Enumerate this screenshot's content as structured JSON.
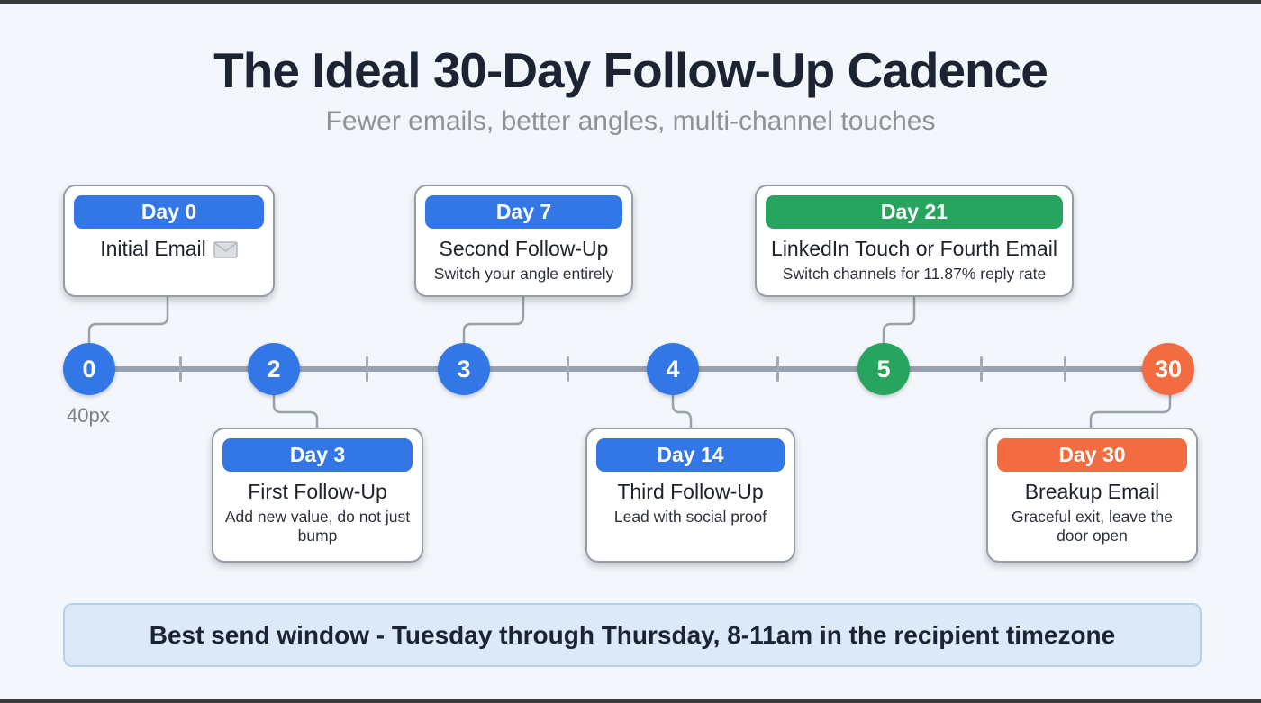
{
  "header": {
    "title": "The Ideal 30-Day Follow-Up Cadence",
    "subtitle": "Fewer emails, better angles, multi-channel touches"
  },
  "timeline": {
    "spacing_label": "40px",
    "nodes": [
      {
        "label": "0",
        "color": "#3377e6"
      },
      {
        "label": "2",
        "color": "#3377e6"
      },
      {
        "label": "3",
        "color": "#3377e6"
      },
      {
        "label": "4",
        "color": "#3377e6"
      },
      {
        "label": "5",
        "color": "#27a55e"
      },
      {
        "label": "30",
        "color": "#f36b41"
      }
    ]
  },
  "cards": [
    {
      "day": "Day 0",
      "title": "Initial Email",
      "subtitle": "",
      "accent": "#3377e6",
      "icon": "email-icon"
    },
    {
      "day": "Day 7",
      "title": "Second Follow-Up",
      "subtitle": "Switch your angle entirely",
      "accent": "#3377e6"
    },
    {
      "day": "Day 21",
      "title": "LinkedIn Touch or Fourth Email",
      "subtitle": "Switch channels for 11.87% reply rate",
      "accent": "#27a55e"
    },
    {
      "day": "Day 3",
      "title": "First Follow-Up",
      "subtitle": "Add new value, do not just bump",
      "accent": "#3377e6"
    },
    {
      "day": "Day 14",
      "title": "Third Follow-Up",
      "subtitle": "Lead with social proof",
      "accent": "#3377e6"
    },
    {
      "day": "Day 30",
      "title": "Breakup Email",
      "subtitle": "Graceful exit, leave the door open",
      "accent": "#f36b41"
    }
  ],
  "banner": {
    "text": "Best send window - Tuesday through Thursday, 8-11am in the recipient timezone",
    "background": "#dceaf8",
    "border": "#b5d2ec"
  },
  "colors": {
    "blue": "#3377e6",
    "green": "#27a55e",
    "orange": "#f36b41",
    "background": "#f3f6fa",
    "line": "#99a1ac"
  }
}
